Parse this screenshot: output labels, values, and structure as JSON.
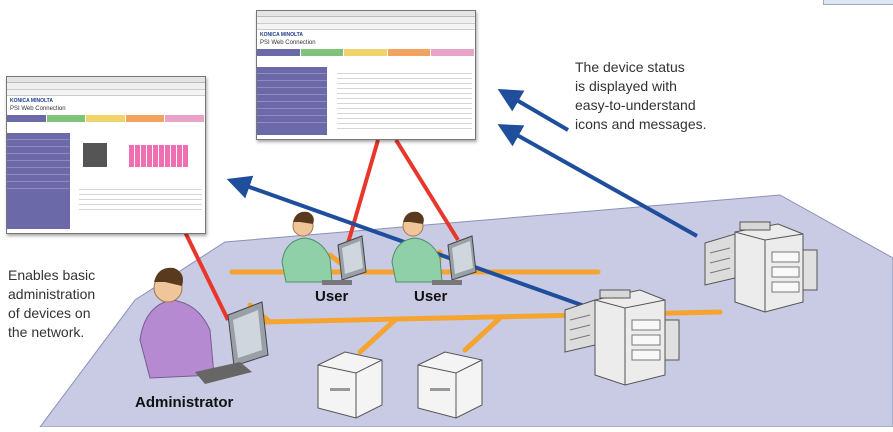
{
  "captions": {
    "status": [
      "The device status",
      "is displayed with",
      "easy-to-understand",
      "icons and messages."
    ],
    "admin": [
      "Enables basic",
      "administration",
      "of devices on",
      "the network."
    ]
  },
  "roles": {
    "user_1": "User",
    "user_2": "User",
    "administrator": "Administrator"
  },
  "screenshots": {
    "left_logo": "KONICA MINOLTA",
    "left_title": "PSI Web Connection",
    "top_logo": "KONICA MINOLTA",
    "top_title": "PSI Web Connection"
  },
  "colors": {
    "floor": "#c8cbe3",
    "network_line": "#f5a430",
    "connector_red": "#e8372a",
    "arrow_blue": "#1f4f9c",
    "shirt_green": "#8fd0a8",
    "shirt_purple": "#b58ad0"
  },
  "icons": [
    "arrow-icon",
    "person-icon",
    "computer-icon",
    "printer-icon",
    "mfp-icon"
  ]
}
